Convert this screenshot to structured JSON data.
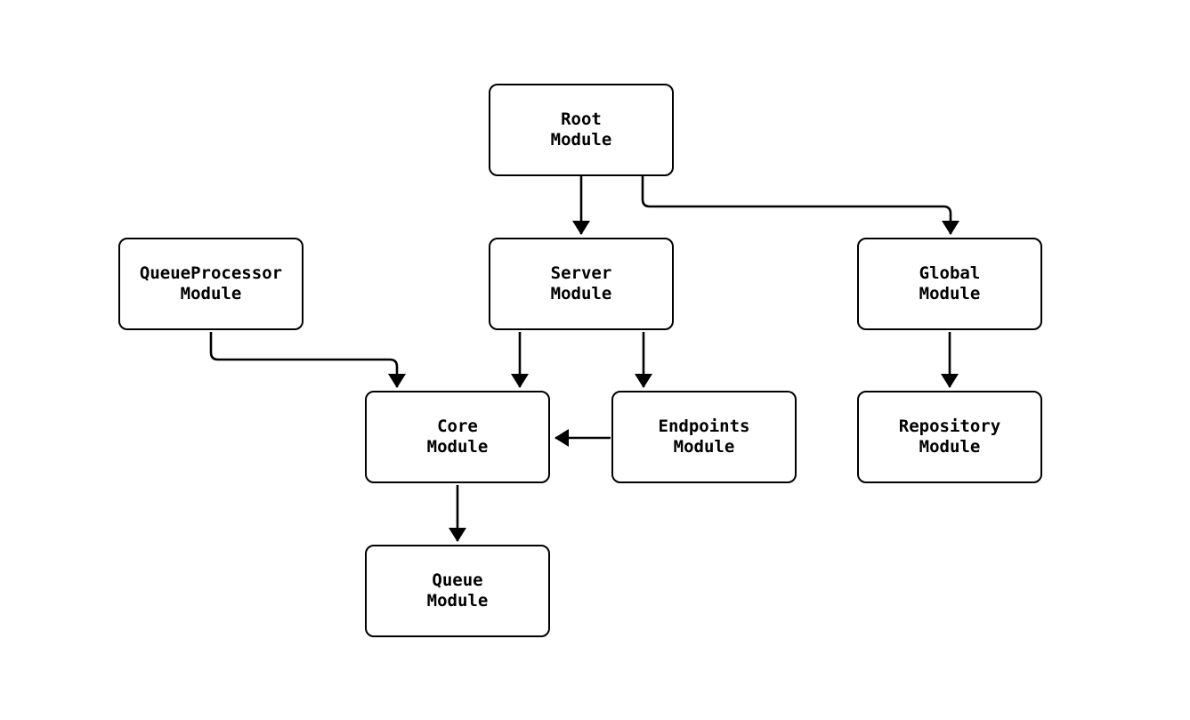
{
  "diagram": {
    "type": "flowchart",
    "colors": {
      "background": "#ffffff",
      "node_fill": "#ffffff",
      "node_border": "#000000",
      "edge": "#000000",
      "text": "#000000"
    },
    "nodes": {
      "root": {
        "line1": "Root",
        "line2": "Module"
      },
      "server": {
        "line1": "Server",
        "line2": "Module"
      },
      "queueprocessor": {
        "line1": "QueueProcessor",
        "line2": "Module"
      },
      "global": {
        "line1": "Global",
        "line2": "Module"
      },
      "core": {
        "line1": "Core",
        "line2": "Module"
      },
      "endpoints": {
        "line1": "Endpoints",
        "line2": "Module"
      },
      "repository": {
        "line1": "Repository",
        "line2": "Module"
      },
      "queue": {
        "line1": "Queue",
        "line2": "Module"
      }
    },
    "edges": [
      {
        "from": "Root Module",
        "to": "Server Module"
      },
      {
        "from": "Root Module",
        "to": "Global Module"
      },
      {
        "from": "QueueProcessor Module",
        "to": "Core Module"
      },
      {
        "from": "Server Module",
        "to": "Core Module"
      },
      {
        "from": "Server Module",
        "to": "Endpoints Module"
      },
      {
        "from": "Endpoints Module",
        "to": "Core Module"
      },
      {
        "from": "Core Module",
        "to": "Queue Module"
      },
      {
        "from": "Global Module",
        "to": "Repository Module"
      }
    ]
  }
}
